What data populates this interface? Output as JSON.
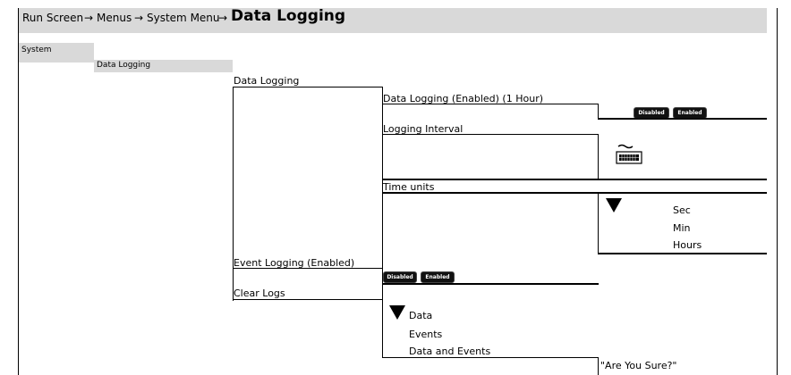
{
  "breadcrumb": {
    "crumbs": [
      "Run Screen",
      "Menus",
      "System Menu"
    ],
    "separator": "→",
    "current": "Data Logging"
  },
  "tabs": {
    "system": "System",
    "data_logging": "Data Logging"
  },
  "menu": {
    "data_logging": "Data Logging",
    "data_logging_enabled": "Data Logging (Enabled) (1 Hour)",
    "logging_interval": "Logging Interval",
    "time_units": "Time units",
    "time_unit_options": [
      "Sec",
      "Min",
      "Hours"
    ],
    "event_logging": "Event Logging (Enabled)",
    "clear_logs": "Clear Logs",
    "clear_options": [
      "Data",
      "Events",
      "Data and Events"
    ],
    "confirm": "\"Are You Sure?\""
  },
  "toggle": {
    "disabled": "Disabled",
    "enabled": "Enabled"
  },
  "icons": {
    "keyboard": "keyboard-icon",
    "dropdown": "dropdown-triangle-icon"
  }
}
